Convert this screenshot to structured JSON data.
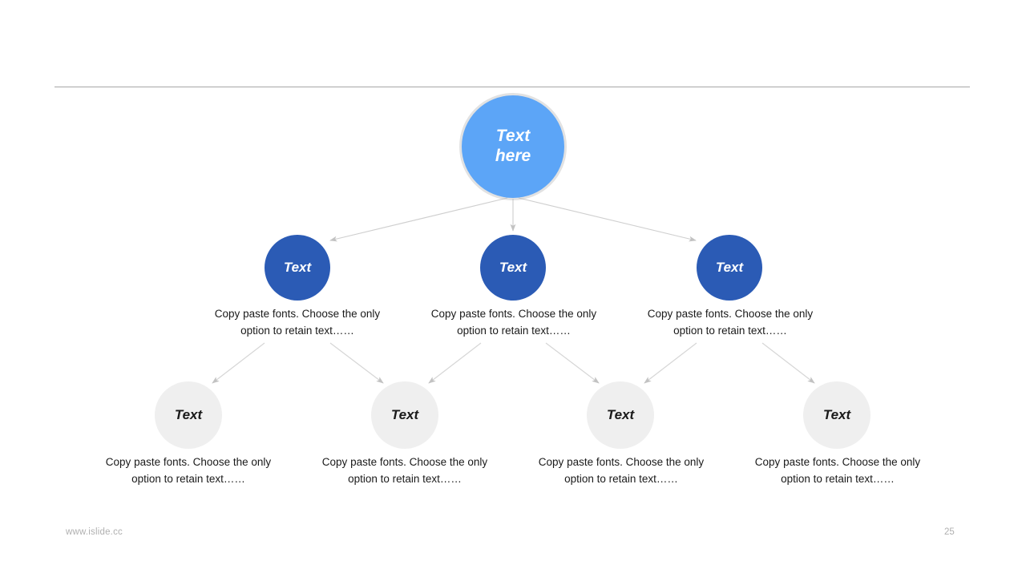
{
  "slide": {
    "footer_url": "www.islide.cc",
    "page_number": "25",
    "colors": {
      "root_circle": "#5ca5f7",
      "level2_circle": "#2b5bb5",
      "level3_circle": "#efefef",
      "connector": "#cccccc",
      "rule": "#a6a6a6",
      "body_text": "#1a1a1a",
      "footer_text": "#b0b0b0"
    }
  },
  "diagram": {
    "type": "tree",
    "root": {
      "label": "Text here",
      "line1": "Text",
      "line2": "here"
    },
    "level2": [
      {
        "label": "Text",
        "caption": "Copy paste fonts. Choose the only option to retain text……"
      },
      {
        "label": "Text",
        "caption": "Copy paste fonts. Choose the only option to retain text……"
      },
      {
        "label": "Text",
        "caption": "Copy paste fonts. Choose the only option to retain text……"
      }
    ],
    "level3": [
      {
        "label": "Text",
        "caption": "Copy paste fonts. Choose the only option to retain text……"
      },
      {
        "label": "Text",
        "caption": "Copy paste fonts. Choose the only option to retain text……"
      },
      {
        "label": "Text",
        "caption": "Copy paste fonts. Choose the only option to retain text……"
      },
      {
        "label": "Text",
        "caption": "Copy paste fonts. Choose the only option to retain text……"
      }
    ]
  }
}
